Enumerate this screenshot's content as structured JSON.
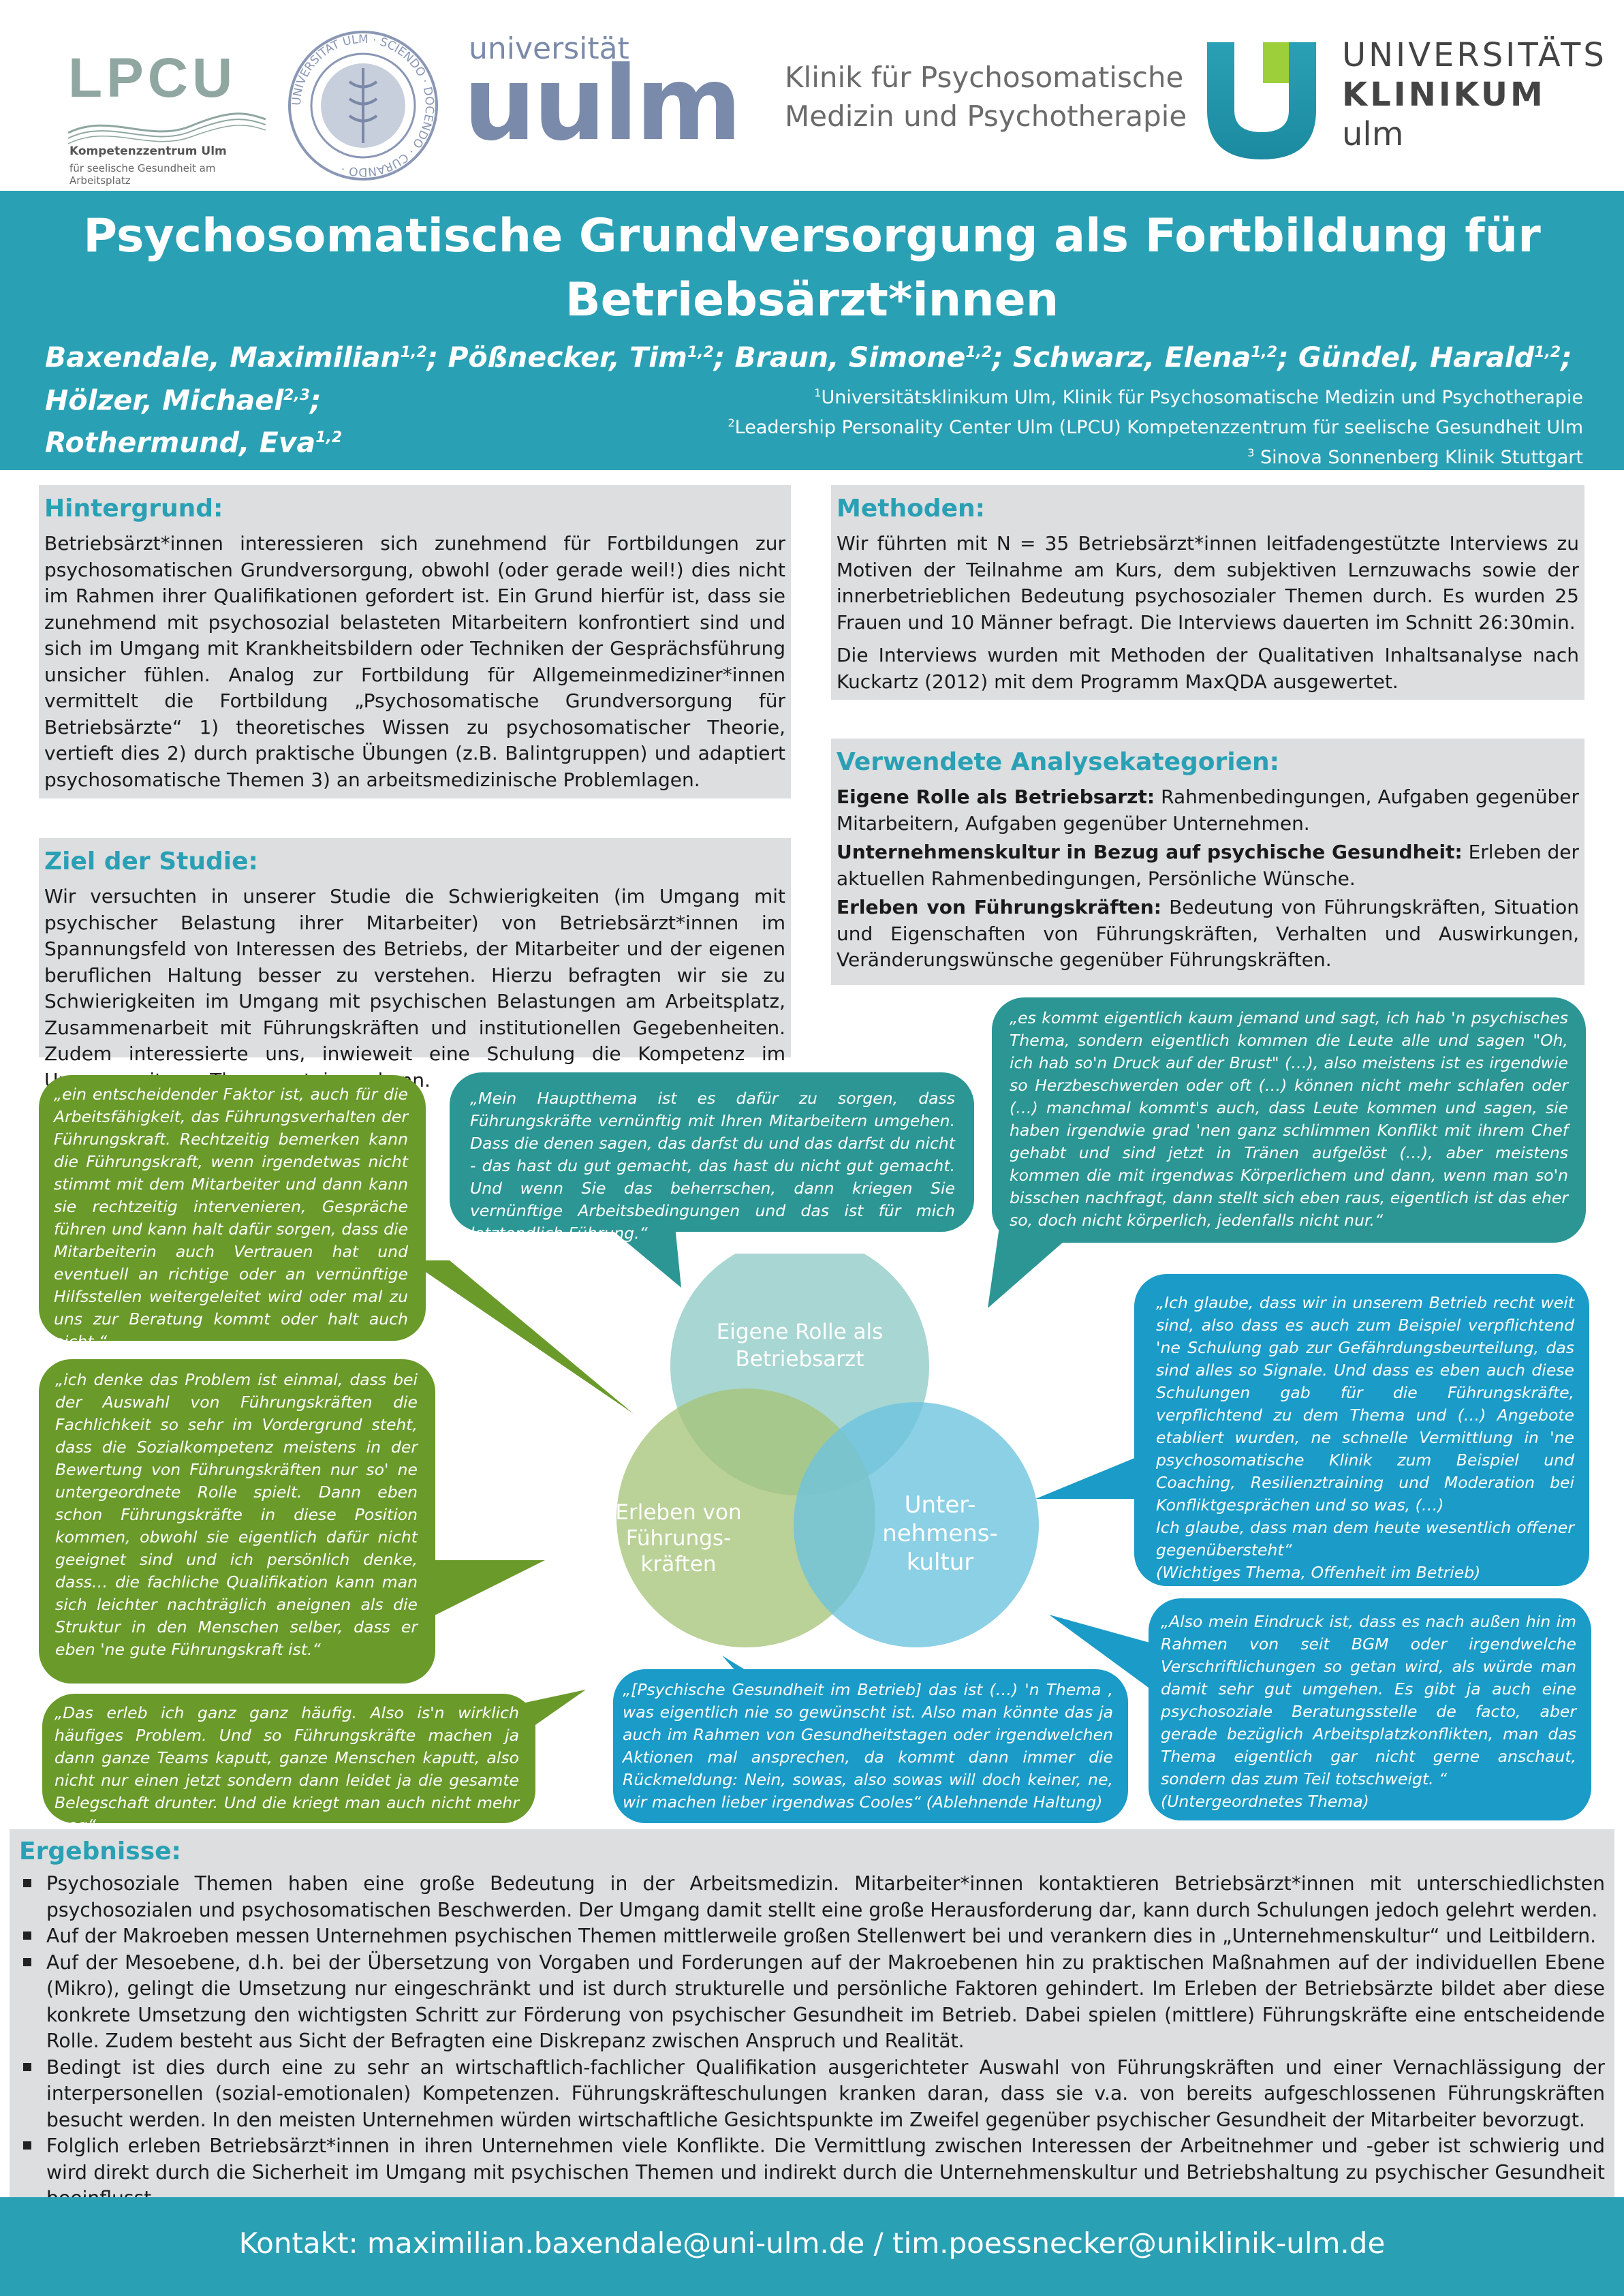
{
  "logos": {
    "lpcu_word": "LPCU",
    "lpcu_sub1": "Kompetenzzentrum Ulm",
    "lpcu_sub2": "für seelische Gesundheit am Arbeitsplatz",
    "seal_text": "UNIVERSITÄT ULM · SCIENDO · DOCENDO · CURANDO ·",
    "uulm_small": "universität",
    "uulm_big": "uulm",
    "klinik_line1": "Klinik für Psychosomatische",
    "klinik_line2": "Medizin und Psychotherapie",
    "uk_line1": "UNIVERSITÄTS",
    "uk_line2": "KLINIKUM",
    "uk_line3": "ulm"
  },
  "title_line1": "Psychosomatische Grundversorgung als Fortbildung für",
  "title_line2": "Betriebsärzt*innen",
  "authors": [
    {
      "name": "Baxendale, Maximilian",
      "sup": "1,2"
    },
    {
      "name": "Pößnecker, Tim",
      "sup": "1,2"
    },
    {
      "name": "Braun, Simone",
      "sup": "1,2"
    },
    {
      "name": "Schwarz, Elena",
      "sup": "1,2"
    },
    {
      "name": "Gündel, Harald",
      "sup": "1,2"
    },
    {
      "name": "Hölzer, Michael",
      "sup": "2,3"
    },
    {
      "name": "Rothermund, Eva",
      "sup": "1,2"
    }
  ],
  "affiliations": [
    {
      "sup": "1",
      "text": "Universitätsklinikum Ulm, Klinik für Psychosomatische Medizin und Psychotherapie"
    },
    {
      "sup": "2",
      "text": "Leadership Personality Center Ulm (LPCU) Kompetenzzentrum für seelische Gesundheit Ulm"
    },
    {
      "sup": "3",
      "text": " Sinova Sonnenberg Klinik Stuttgart"
    }
  ],
  "hintergrund": {
    "heading": "Hintergrund:",
    "text": "Betriebsärzt*innen interessieren sich zunehmend für Fortbildungen zur psychosomatischen Grundversorgung, obwohl (oder gerade weil!) dies nicht im Rahmen ihrer Qualifikationen gefordert ist. Ein Grund hierfür ist, dass sie zunehmend mit psychosozial belasteten Mitarbeitern konfrontiert sind und sich im Umgang mit Krankheitsbildern oder Techniken der Gesprächsführung unsicher fühlen. Analog zur Fortbildung für Allgemeinmediziner*innen vermittelt die Fortbildung „Psychosomatische Grundversorgung für Betriebsärzte“ 1) theoretisches Wissen zu psychosomatischer Theorie, vertieft dies 2) durch praktische Übungen (z.B. Balintgruppen) und adaptiert psychosomatische Themen 3)  an arbeitsmedizinische Problemlagen."
  },
  "ziel": {
    "heading": "Ziel der Studie:",
    "text": "Wir versuchten in unserer Studie die Schwierigkeiten (im Umgang mit psychischer Belastung ihrer Mitarbeiter) von Betriebsärzt*innen im Spannungsfeld von Interessen des Betriebs, der Mitarbeiter und der eigenen beruflichen Haltung besser zu verstehen. Hierzu befragten wir sie zu Schwierigkeiten im Umgang mit psychischen Belastungen am Arbeitsplatz, Zusammenarbeit mit Führungskräften und institutionellen Gegebenheiten. Zudem interessierte uns, inwieweit eine Schulung die Kompetenz im Umgang mit o.g. Themen steigern kann."
  },
  "methoden": {
    "heading": "Methoden:",
    "p1": "Wir führten mit N = 35 Betriebsärzt*innen leitfadengestützte Interviews zu Motiven der Teilnahme am Kurs, dem subjektiven Lernzuwachs sowie der innerbetrieblichen Bedeutung psychosozialer Themen durch. Es wurden 25 Frauen und 10 Männer befragt. Die Interviews dauerten im Schnitt 26:30min.",
    "p2": "Die Interviews wurden mit Methoden der Qualitativen Inhaltsanalyse nach Kuckartz (2012) mit dem Programm MaxQDA ausgewertet."
  },
  "kategorien": {
    "heading": "Verwendete Analysekategorien:",
    "items": [
      {
        "label": "Eigene Rolle als Betriebsarzt:",
        "text": " Rahmenbedingungen, Aufgaben gegenüber Mitarbeitern, Aufgaben gegenüber Unternehmen."
      },
      {
        "label": "Unternehmenskultur in Bezug auf psychische Gesundheit:",
        "text": " Erleben der aktuellen Rahmenbedingungen, Persönliche Wünsche."
      },
      {
        "label": "Erleben von Führungskräften:",
        "text": "  Bedeutung von Führungskräften, Situation und Eigenschaften von Führungskräften, Verhalten und Auswirkungen, Veränderungswünsche gegenüber Führungskräften."
      }
    ]
  },
  "venn": {
    "top": "Eigene Rolle als Betriebsarzt",
    "left": "Erleben von Führungs-kräften",
    "right": "Unter-nehmens-kultur",
    "colors": {
      "top": "#8fcac5",
      "left": "#a6c47a",
      "right": "#6cc3df"
    }
  },
  "quotes": {
    "g1": "„ein entscheidender Faktor ist, auch für die Arbeitsfähigkeit, das Führungsverhalten der Führungskraft. Rechtzeitig bemerken kann die Führungskraft, wenn irgendetwas nicht stimmt mit dem Mitarbeiter und dann kann sie rechtzeitig intervenieren, Gespräche führen und kann halt dafür sorgen, dass die Mitarbeiterin auch Vertrauen hat und eventuell an richtige oder an vernünftige Hilfsstellen weitergeleitet wird oder mal zu uns zur Beratung kommt oder halt auch nicht.“",
    "g2": "„ich denke das Problem ist einmal, dass bei der Auswahl von Führungskräften die Fachlichkeit so sehr im Vordergrund steht, dass die Sozialkompetenz meistens in der Bewertung von Führungskräften nur so' ne untergeordnete Rolle spielt. Dann eben schon Führungskräfte in diese Position kommen, obwohl sie eigentlich dafür nicht geeignet sind und ich persönlich denke, dass… die fachliche Qualifikation kann man sich leichter nachträglich aneignen als die Struktur in den Menschen selber, dass er eben 'ne gute Führungskraft ist.“",
    "g3": "„Das erleb ich ganz ganz häufig. Also is'n wirklich häufiges Problem. Und so Führungskräfte machen ja dann ganze Teams kaputt, ganze Menschen kaputt, also nicht nur einen jetzt sondern dann leidet ja die gesamte Belegschaft drunter. Und die kriegt man auch nicht mehr weg“",
    "t1": "„Mein Hauptthema ist es dafür zu sorgen, dass Führungskräfte vernünftig mit Ihren Mitarbeitern umgehen. Dass die denen sagen, das darfst du und das darfst du nicht - das hast du gut gemacht, das hast du nicht gut gemacht. Und wenn Sie das beherrschen, dann kriegen Sie vernünftige Arbeitsbedingungen und das ist für mich letztendlich Führung.“",
    "t2": "„es kommt eigentlich kaum jemand und sagt, ich hab 'n psychisches Thema, sondern eigentlich kommen die Leute alle und sagen \"Oh, ich hab so'n Druck auf der Brust\" (…), also meistens ist es irgendwie so Herzbeschwerden oder oft (…) können nicht mehr schlafen oder (…) manchmal kommt's auch, dass Leute kommen und sagen, sie haben irgendwie grad 'nen ganz schlimmen Konflikt mit ihrem Chef gehabt und sind jetzt in Tränen aufgelöst (…), aber meistens kommen die mit irgendwas Körperlichem und dann, wenn man so'n bisschen nachfragt, dann stellt sich eben raus, eigentlich ist das eher so, doch nicht körperlich, jedenfalls nicht nur.“",
    "b1": "„Ich glaube, dass wir in unserem Betrieb recht weit sind, also dass es auch zum Beispiel verpflichtend 'ne Schulung gab zur Gefährdungsbeurteilung, das sind alles so Signale. Und dass es eben auch diese Schulungen gab für die Führungskräfte, verpflichtend zu dem Thema und (…) Angebote etabliert wurden, ne schnelle Vermittlung in 'ne psychosomatische Klinik zum Beispiel und Coaching, Resilienztraining und Moderation bei Konfliktgesprächen und so was, (…)",
    "b1b": "Ich glaube, dass man dem heute wesentlich offener gegenübersteht“",
    "b1c": "(Wichtiges Thema, Offenheit im Betrieb)",
    "b2": "„[Psychische Gesundheit im Betrieb] das ist (…) 'n Thema , was eigentlich nie so gewünscht ist. Also man könnte das ja auch im Rahmen von Gesundheitstagen oder irgendwelchen Aktionen mal ansprechen, da kommt dann immer die Rückmeldung: Nein, sowas, also sowas will doch keiner, ne, wir machen lieber irgendwas Cooles“  (Ablehnende Haltung)",
    "b3": "„Also mein Eindruck ist, dass es nach außen hin im Rahmen von seit BGM oder irgendwelche Verschriftlichungen so getan wird, als würde man damit sehr gut umgehen. Es gibt ja auch eine psychosoziale Beratungsstelle de facto, aber gerade bezüglich Arbeitsplatzkonflikten, man das Thema eigentlich gar nicht gerne anschaut, sondern das zum Teil totschweigt. “",
    "b3b": "(Untergeordnetes Thema)"
  },
  "ergebnisse": {
    "heading": "Ergebnisse:",
    "items": [
      "Psychosoziale Themen haben eine große Bedeutung in der Arbeitsmedizin. Mitarbeiter*innen kontaktieren Betriebsärzt*innen mit unterschiedlichsten psychosozialen und psychosomatischen Beschwerden. Der Umgang damit stellt eine große Herausforderung dar, kann durch Schulungen jedoch gelehrt werden.",
      "Auf der Makroeben messen Unternehmen psychischen Themen mittlerweile großen Stellenwert bei und verankern dies in „Unternehmenskultur“ und Leitbildern.",
      "Auf der Mesoebene, d.h. bei der Übersetzung von Vorgaben und Forderungen auf der Makroebenen hin zu praktischen Maßnahmen auf der individuellen Ebene (Mikro), gelingt die Umsetzung nur eingeschränkt und ist durch strukturelle und persönliche Faktoren gehindert. Im Erleben der Betriebsärzte bildet aber diese konkrete Umsetzung den wichtigsten Schritt zur Förderung von psychischer Gesundheit im Betrieb. Dabei spielen (mittlere) Führungskräfte eine entscheidende Rolle. Zudem besteht aus Sicht der Befragten eine Diskrepanz zwischen Anspruch und Realität.",
      "Bedingt ist dies durch eine zu sehr an wirtschaftlich-fachlicher Qualifikation ausgerichteter Auswahl von Führungskräften und einer Vernachlässigung der interpersonellen (sozial-emotionalen) Kompetenzen. Führungskräfteschulungen kranken daran, dass sie v.a. von bereits aufgeschlossenen Führungskräften besucht werden. In den meisten Unternehmen würden wirtschaftliche Gesichtspunkte im Zweifel gegenüber psychischer Gesundheit der Mitarbeiter bevorzugt.",
      "Folglich erleben Betriebsärzt*innen in ihren Unternehmen viele Konflikte. Die Vermittlung zwischen Interessen der Arbeitnehmer und -geber ist schwierig und wird direkt durch die Sicherheit im Umgang mit psychischen Themen und indirekt durch die Unternehmenskultur und Betriebshaltung zu psychischer Gesundheit beeinflusst."
    ]
  },
  "contact": "Kontakt: maximilian.baxendale@uni-ulm.de / tim.poessnecker@uniklinik-ulm.de",
  "colors": {
    "accent": "#2aa0b4",
    "green": "#6a9a2a",
    "teal": "#2b9693",
    "blue": "#1a9bc8",
    "panel": "#dcdee0"
  }
}
